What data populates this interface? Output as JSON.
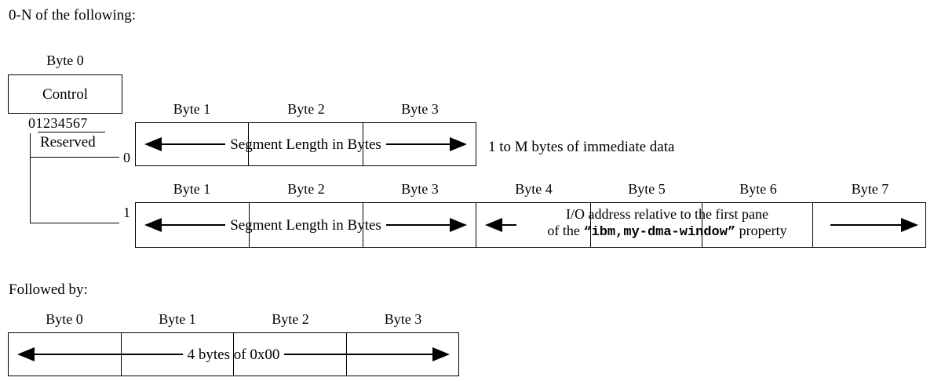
{
  "diagram": {
    "title_top": "0-N of the following:",
    "title_bottom": "Followed by:",
    "control": {
      "byte_label": "Byte 0",
      "name": "Control",
      "bits": "01234567",
      "reserved_label": "Reserved",
      "bit0_values": [
        "0",
        "1"
      ]
    },
    "row_immediate": {
      "index": "0",
      "byte_labels": [
        "Byte 1",
        "Byte 2",
        "Byte 3"
      ],
      "span_text": "Segment Length in Bytes",
      "trailing_text": "1 to M bytes of immediate data"
    },
    "row_dma": {
      "index": "1",
      "byte_labels_left": [
        "Byte 1",
        "Byte 2",
        "Byte 3"
      ],
      "byte_labels_right": [
        "Byte 4",
        "Byte 5",
        "Byte 6",
        "Byte 7"
      ],
      "span_text": "Segment Length in Bytes",
      "address_line1": "I/O address relative to the first pane",
      "address_line2_prefix": "of the ",
      "address_property": "“ibm,my-dma-window”",
      "address_line2_suffix": " property"
    },
    "row_pad": {
      "byte_labels": [
        "Byte 0",
        "Byte 1",
        "Byte 2",
        "Byte 3"
      ],
      "span_text": "4 bytes of 0x00"
    }
  }
}
